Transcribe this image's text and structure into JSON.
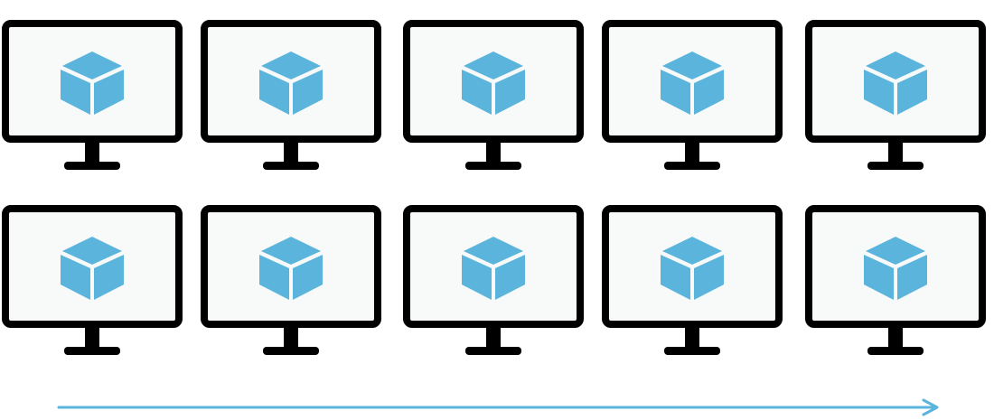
{
  "colors": {
    "background": "#ffffff",
    "monitor_frame": "#000000",
    "screen_fill": "#f8fafa",
    "cube_fill": "#5ab4dc",
    "arrow": "#5ab4dc"
  },
  "grid": {
    "rows": 2,
    "columns": 5
  },
  "monitors": [
    {
      "icon": "cube-icon"
    },
    {
      "icon": "cube-icon"
    },
    {
      "icon": "cube-icon"
    },
    {
      "icon": "cube-icon"
    },
    {
      "icon": "cube-icon"
    },
    {
      "icon": "cube-icon"
    },
    {
      "icon": "cube-icon"
    },
    {
      "icon": "cube-icon"
    },
    {
      "icon": "cube-icon"
    },
    {
      "icon": "cube-icon"
    }
  ],
  "arrow": {
    "direction": "right"
  }
}
